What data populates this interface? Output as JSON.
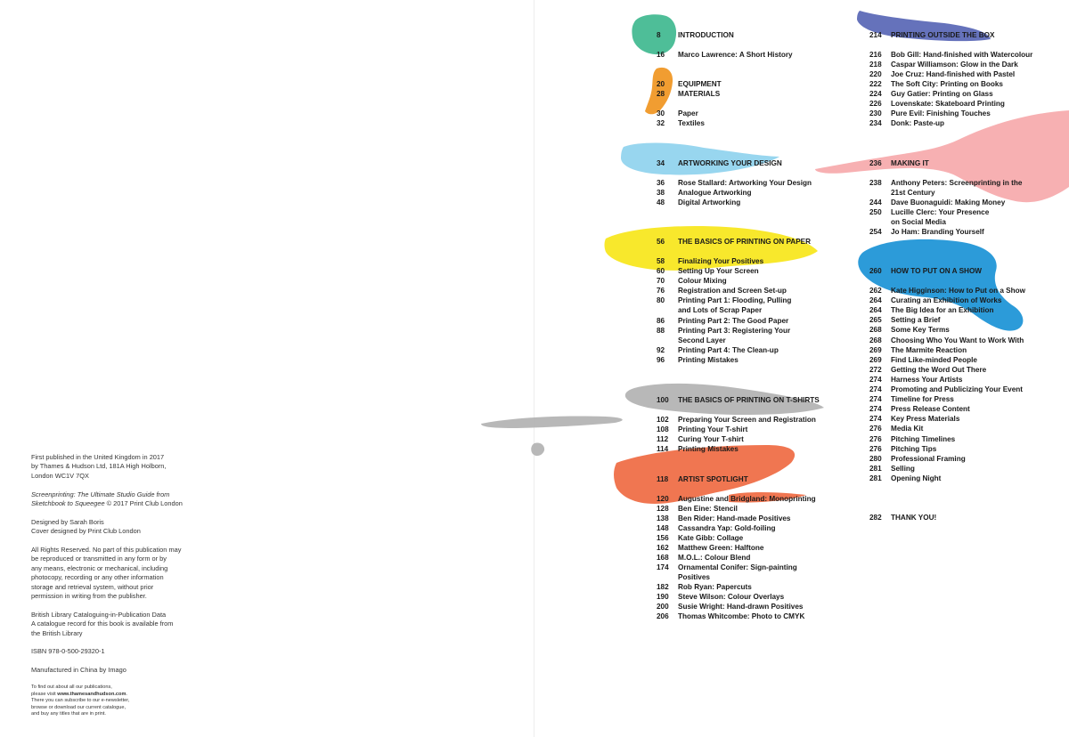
{
  "imprint": {
    "paragraphs": [
      [
        "First published in the United Kingdom in 2017",
        "by Thames & Hudson Ltd, 181A High Holborn,",
        "London WC1V 7QX"
      ],
      [
        "Screenprinting: The Ultimate Studio Guide from",
        "Sketchbook to Squeegee © 2017 Print Club London"
      ],
      [
        "Designed by Sarah Boris",
        "Cover designed by Print Club London"
      ],
      [
        "All Rights Reserved. No part of this publication may",
        "be reproduced or transmitted in any form or by",
        "any means, electronic or mechanical, including",
        "photocopy, recording or any other information",
        "storage and retrieval system, without prior",
        "permission in writing from the publisher."
      ],
      [
        "British Library Cataloguing-in-Publication Data",
        "A catalogue record for this book is available from",
        "the British Library"
      ],
      [
        "ISBN 978-0-500-29320-1"
      ],
      [
        "Manufactured in China by Imago"
      ]
    ],
    "small_print": {
      "line1": "To find out about all our publications,",
      "line2_prefix": "please visit ",
      "line2_link": "www.thamesandhudson.com",
      "line2_suffix": ".",
      "line3": "There you can subscribe to our e-newsletter,",
      "line4": "browse or download our current catalogue,",
      "line5": "and buy any titles that are in print."
    }
  },
  "toc": {
    "left_column": [
      {
        "num": "8",
        "title": "INTRODUCTION",
        "section": true
      },
      {
        "num": "16",
        "title": "Marco Lawrence: A Short History"
      },
      {
        "num": "20",
        "title": "EQUIPMENT",
        "section": true
      },
      {
        "num": "28",
        "title": "MATERIALS",
        "section": true
      },
      {
        "num": "30",
        "title": "Paper"
      },
      {
        "num": "32",
        "title": "Textiles"
      },
      {
        "num": "34",
        "title": "ARTWORKING YOUR DESIGN",
        "section": true
      },
      {
        "num": "36",
        "title": "Rose Stallard: Artworking Your Design"
      },
      {
        "num": "38",
        "title": "Analogue Artworking"
      },
      {
        "num": "48",
        "title": "Digital Artworking"
      },
      {
        "num": "56",
        "title": "THE BASICS OF PRINTING ON PAPER",
        "section": true
      },
      {
        "num": "58",
        "title": "Finalizing Your Positives"
      },
      {
        "num": "60",
        "title": "Setting Up Your Screen"
      },
      {
        "num": "70",
        "title": "Colour Mixing"
      },
      {
        "num": "76",
        "title": "Registration and Screen Set-up"
      },
      {
        "num": "80",
        "title": "Printing Part 1: Flooding, Pulling"
      },
      {
        "num": "",
        "title": "and Lots of Scrap Paper"
      },
      {
        "num": "86",
        "title": "Printing Part 2: The Good Paper"
      },
      {
        "num": "88",
        "title": "Printing Part 3: Registering Your"
      },
      {
        "num": "",
        "title": "Second Layer"
      },
      {
        "num": "92",
        "title": "Printing Part 4: The Clean-up"
      },
      {
        "num": "96",
        "title": "Printing Mistakes"
      },
      {
        "num": "100",
        "title": "THE BASICS OF PRINTING ON T-SHIRTS",
        "section": true
      },
      {
        "num": "102",
        "title": "Preparing Your Screen and Registration"
      },
      {
        "num": "108",
        "title": "Printing Your T-shirt"
      },
      {
        "num": "112",
        "title": "Curing Your T-shirt"
      },
      {
        "num": "114",
        "title": "Printing Mistakes"
      },
      {
        "num": "118",
        "title": "ARTIST SPOTLIGHT",
        "section": true
      },
      {
        "num": "120",
        "title": "Augustine and Bridgland: Monoprinting"
      },
      {
        "num": "128",
        "title": "Ben Eine: Stencil"
      },
      {
        "num": "138",
        "title": "Ben Rider: Hand-made Positives"
      },
      {
        "num": "148",
        "title": "Cassandra Yap: Gold-foiling"
      },
      {
        "num": "156",
        "title": "Kate Gibb: Collage"
      },
      {
        "num": "162",
        "title": "Matthew Green: Halftone"
      },
      {
        "num": "168",
        "title": "M.O.L.: Colour Blend"
      },
      {
        "num": "174",
        "title": "Ornamental Conifer: Sign-painting"
      },
      {
        "num": "",
        "title": "Positives"
      },
      {
        "num": "182",
        "title": "Rob Ryan: Papercuts"
      },
      {
        "num": "190",
        "title": "Steve Wilson: Colour Overlays"
      },
      {
        "num": "200",
        "title": "Susie Wright: Hand-drawn Positives"
      },
      {
        "num": "206",
        "title": "Thomas Whitcombe: Photo to CMYK"
      }
    ],
    "right_column": [
      {
        "num": "214",
        "title": "PRINTING OUTSIDE THE BOX",
        "section": true
      },
      {
        "num": "216",
        "title": "Bob Gill: Hand-finished with Watercolour"
      },
      {
        "num": "218",
        "title": "Caspar Williamson: Glow in the Dark"
      },
      {
        "num": "220",
        "title": "Joe Cruz: Hand-finished with Pastel"
      },
      {
        "num": "222",
        "title": "The Soft City: Printing on Books"
      },
      {
        "num": "224",
        "title": "Guy Gatier: Printing on Glass"
      },
      {
        "num": "226",
        "title": "Lovenskate: Skateboard Printing"
      },
      {
        "num": "230",
        "title": "Pure Evil: Finishing Touches"
      },
      {
        "num": "234",
        "title": "Donk: Paste-up"
      },
      {
        "num": "236",
        "title": "MAKING IT",
        "section": true
      },
      {
        "num": "238",
        "title": "Anthony Peters: Screenprinting in the"
      },
      {
        "num": "",
        "title": "21st Century"
      },
      {
        "num": "244",
        "title": "Dave Buonaguidi: Making Money"
      },
      {
        "num": "250",
        "title": "Lucille Clerc: Your Presence"
      },
      {
        "num": "",
        "title": "on Social Media"
      },
      {
        "num": "254",
        "title": "Jo Ham: Branding Yourself"
      },
      {
        "num": "260",
        "title": "HOW TO PUT ON A SHOW",
        "section": true
      },
      {
        "num": "262",
        "title": "Kate Higginson: How to Put on a Show"
      },
      {
        "num": "264",
        "title": "Curating an Exhibition of Works"
      },
      {
        "num": "264",
        "title": "The Big Idea for an Exhibition"
      },
      {
        "num": "265",
        "title": "Setting a Brief"
      },
      {
        "num": "268",
        "title": "Some Key Terms"
      },
      {
        "num": "268",
        "title": "Choosing Who You Want to Work With"
      },
      {
        "num": "269",
        "title": "The Marmite Reaction"
      },
      {
        "num": "269",
        "title": "Find Like-minded People"
      },
      {
        "num": "272",
        "title": "Getting the Word Out There"
      },
      {
        "num": "274",
        "title": "Harness Your Artists"
      },
      {
        "num": "274",
        "title": "Promoting and Publicizing Your Event"
      },
      {
        "num": "274",
        "title": "Timeline for Press"
      },
      {
        "num": "274",
        "title": "Press Release Content"
      },
      {
        "num": "274",
        "title": "Key Press Materials"
      },
      {
        "num": "276",
        "title": "Media Kit"
      },
      {
        "num": "276",
        "title": "Pitching Timelines"
      },
      {
        "num": "276",
        "title": "Pitching Tips"
      },
      {
        "num": "280",
        "title": "Professional Framing"
      },
      {
        "num": "281",
        "title": "Selling"
      },
      {
        "num": "281",
        "title": "Opening Night"
      },
      {
        "num": "282",
        "title": "THANK YOU!",
        "section": true
      }
    ]
  },
  "colors": {
    "green": "#3fb98f",
    "orange": "#f0951f",
    "light_blue": "#8fd2ee",
    "yellow": "#f7e61a",
    "grey": "#b2b2b2",
    "red_orange": "#ef6a42",
    "navy": "#5866b5",
    "pink": "#f6a9ab",
    "blue": "#1a93d6"
  }
}
